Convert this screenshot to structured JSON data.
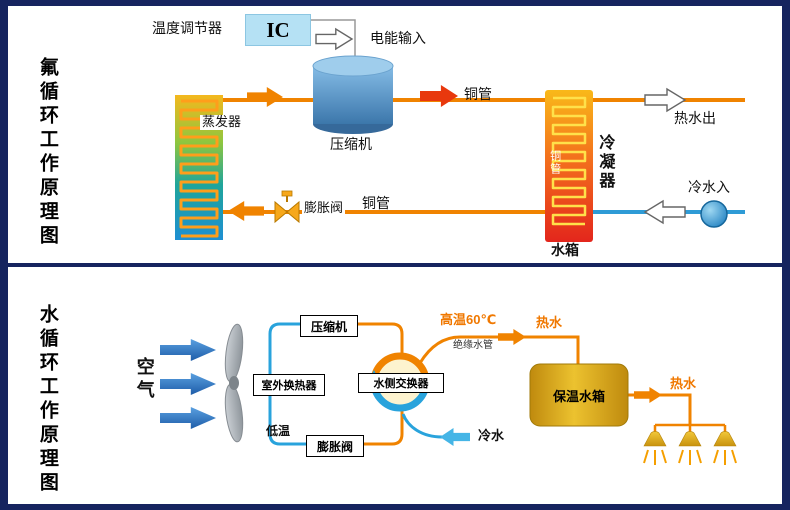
{
  "top": {
    "title": "氟循环工作原理图",
    "labels": {
      "temp_controller": "温度调节器",
      "ic": "IC",
      "power_input": "电能输入",
      "evaporator": "蒸发器",
      "compressor": "压缩机",
      "pipe_top": "铜管",
      "condenser": "冷凝器",
      "condenser_pipe": "铜管",
      "hot_water_out": "热水出",
      "cold_water_in": "冷水入",
      "tank": "水箱",
      "expansion_valve": "膨胀阀",
      "pipe_bottom": "铜管"
    }
  },
  "bottom": {
    "title": "水循环工作原理图",
    "labels": {
      "air": "空气",
      "outdoor_hx": "室外换热器",
      "compressor": "压缩机",
      "water_hx": "水侧交换器",
      "expansion_valve": "膨胀阀",
      "low_temp": "低温",
      "high_temp": "高温60℃",
      "insulated_pipe": "绝缘水管",
      "hot_water_a": "热水",
      "tank": "保温水箱",
      "hot_water_b": "热水",
      "cold_water": "冷水"
    }
  },
  "colors": {
    "frame": "#16245f",
    "hot_pipe": "#f08300",
    "hot_arrow_red": "#e8380d",
    "cold_pipe": "#29a3dc",
    "water_blue": "#2e9bd6",
    "tank_gold": "#ecc22f",
    "ic_blue": "#b5e1f4"
  }
}
